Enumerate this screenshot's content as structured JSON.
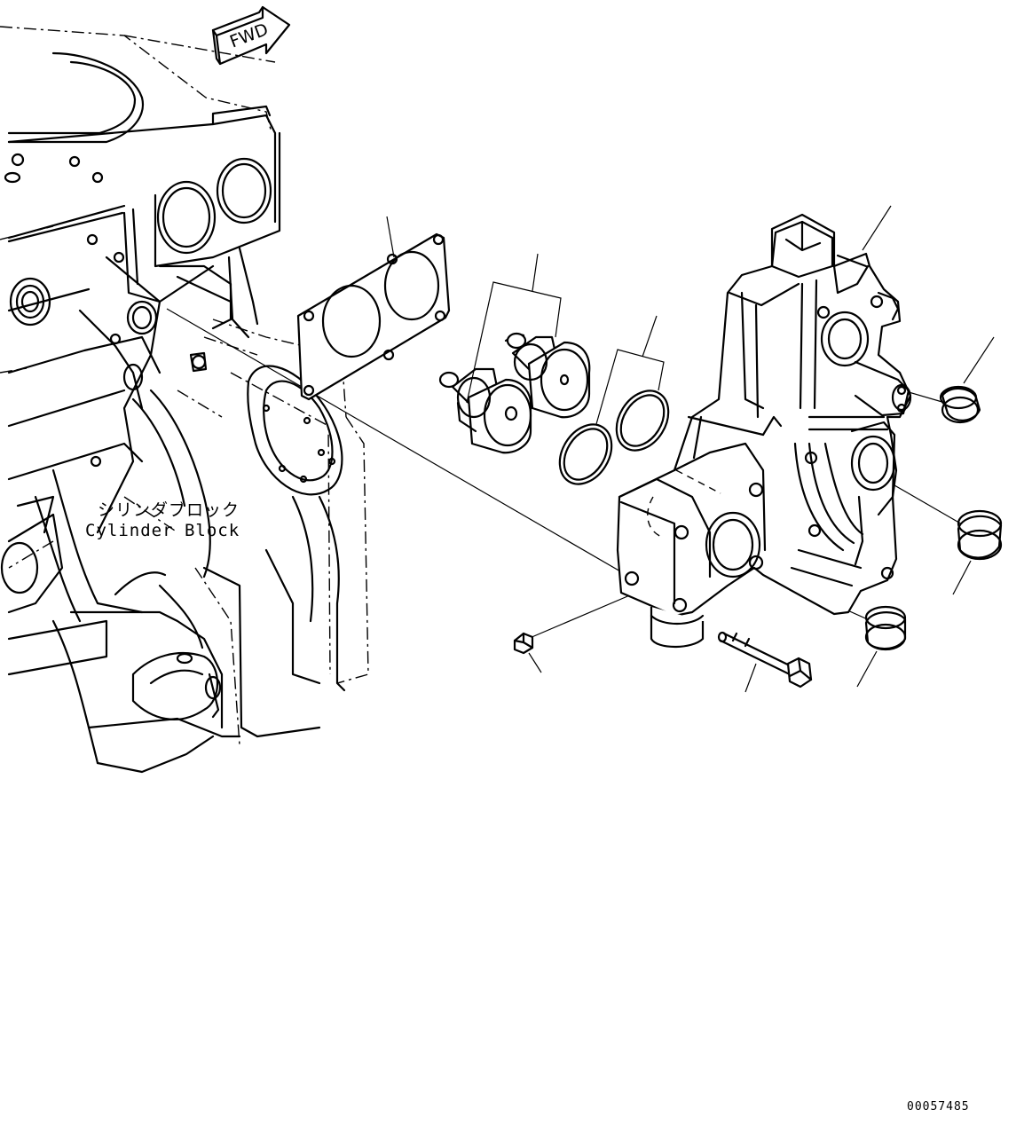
{
  "direction_marker": "FWD",
  "reference_labels": {
    "cylinder_block_jp": "シリンダブロック",
    "cylinder_block_en": "Cylinder Block"
  },
  "figure_number": "00057485",
  "icons": [
    "forward-arrow-icon"
  ]
}
